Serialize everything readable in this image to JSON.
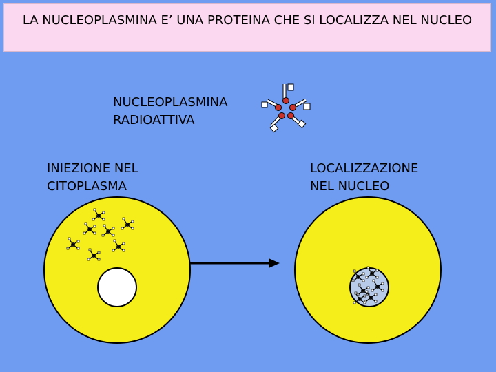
{
  "title": "LA NUCLEOPLASMINA E’ UNA PROTEINA CHE SI LOCALIZZA NEL NUCLEO",
  "labels": {
    "protein": "NUCLEOPLASMINA\nRADIOATTIVA",
    "injection": "INIEZIONE NEL\nCITOPLASMA",
    "localization": "LOCALIZZAZIONE\nNEL NUCLEO"
  },
  "colors": {
    "background": "#6f9cf0",
    "title_box": "#fbd8ef",
    "cell": "#f5ee1a",
    "nucleus_empty": "#ffffff",
    "nucleus_full": "#b8cbe8",
    "protein_core": "#c8322a"
  }
}
